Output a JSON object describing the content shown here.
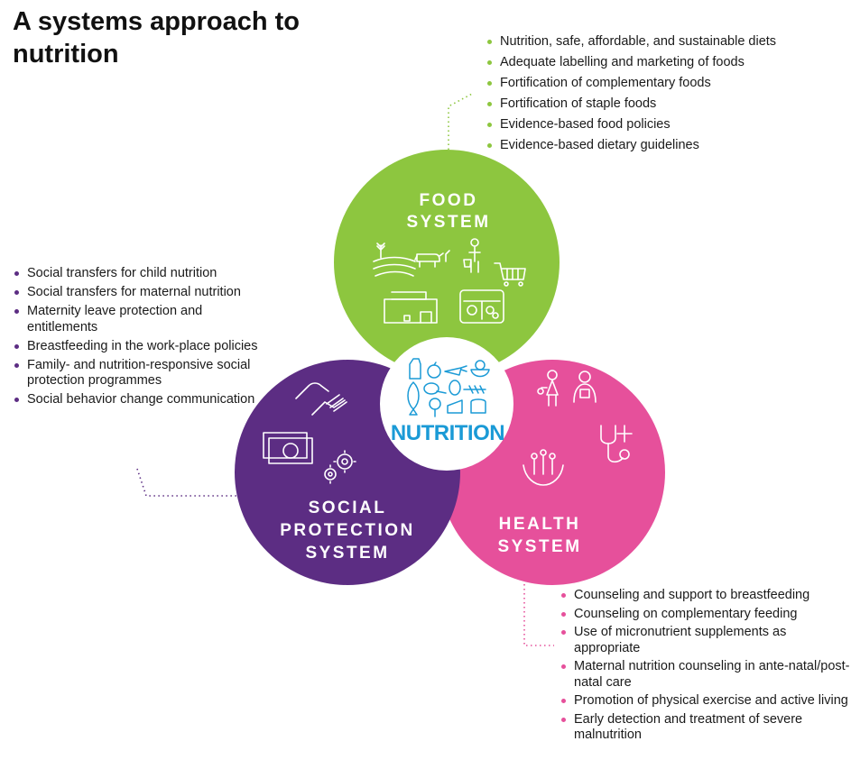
{
  "title": "A systems approach to nutrition",
  "colors": {
    "food": "#8dc63f",
    "social": "#5c2d83",
    "health": "#e6509b",
    "nutrition_text": "#1a9ad6",
    "connector_food": "#8dc63f",
    "connector_social": "#5c2d83",
    "connector_health": "#e6509b"
  },
  "food_system": {
    "label_line1": "FOOD",
    "label_line2": "SYSTEM",
    "icons": [
      "farm-field-icon",
      "cow-icon",
      "shopper-icon",
      "shopping-cart-icon",
      "market-stall-icon",
      "food-tray-icon"
    ],
    "items": [
      "Nutrition, safe, affordable, and sustainable diets",
      "Adequate labelling and marketing of foods",
      "Fortification of complementary foods",
      "Fortification of staple foods",
      "Evidence-based food policies",
      "Evidence-based dietary guidelines"
    ]
  },
  "social_protection_system": {
    "label_line1": "SOCIAL",
    "label_line2": "PROTECTION",
    "label_line3": "SYSTEM",
    "icons": [
      "helping-hands-icon",
      "cash-icon",
      "gears-icon"
    ],
    "items": [
      "Social transfers for child nutrition",
      "Social transfers for maternal nutrition",
      "Maternity leave protection and entitlements",
      "Breastfeeding in the work-place policies",
      "Family- and nutrition-responsive social protection programmes",
      "Social behavior change communication"
    ]
  },
  "health_system": {
    "label_line1": "HEALTH",
    "label_line2": "SYSTEM",
    "icons": [
      "mother-child-icon",
      "health-worker-icon",
      "family-hands-icon",
      "stethoscope-icon"
    ],
    "items": [
      "Counseling and support to breastfeeding",
      "Counseling on complementary feeding",
      "Use of micronutrient supplements as appropriate",
      "Maternal nutrition counseling in ante-natal/post-natal care",
      "Promotion of physical exercise and active living",
      "Early detection and treatment of severe malnutrition"
    ]
  },
  "center": {
    "label": "NUTRITION",
    "icons": [
      "milk-carton-icon",
      "apple-icon",
      "carrot-icon",
      "bowl-icon",
      "fish-icon",
      "drumstick-icon",
      "egg-icon",
      "grain-icon",
      "broccoli-icon",
      "cheese-icon",
      "bread-icon"
    ]
  }
}
